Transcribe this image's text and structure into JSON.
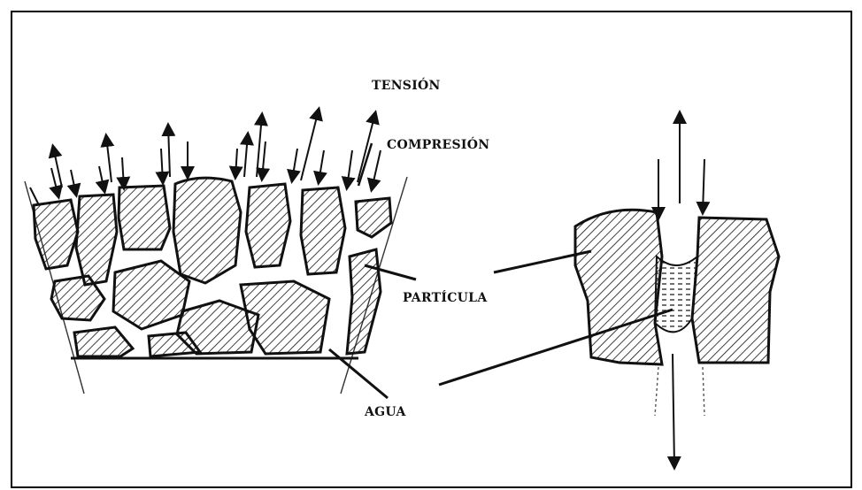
{
  "labels": {
    "tension": "TENSIÓN",
    "compresion": "COMPRESIÓN",
    "particula": "PARTÍCULA",
    "agua": "AGUA"
  },
  "colors": {
    "ink": "#111111",
    "background": "#ffffff"
  }
}
